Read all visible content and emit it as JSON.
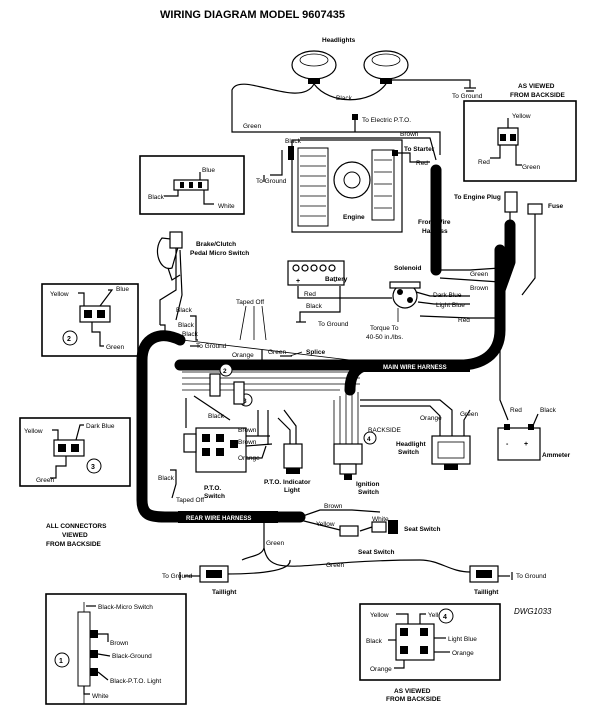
{
  "title": "WIRING DIAGRAM MODEL 9607435",
  "drawing_number": "DWG1033",
  "components": {
    "headlights": "Headlights",
    "engine": "Engine",
    "front_wire_harness": "Front Wire Harness",
    "to_engine_plug": "To Engine Plug",
    "fuse": "Fuse",
    "brake_clutch_switch": "Brake/Clutch Pedal Micro Switch",
    "battery": "Battery",
    "solenoid": "Solenoid",
    "torque": "Torque To 40-50 in./lbs.",
    "main_wire_harness": "MAIN WIRE HARNESS",
    "rear_wire_harness": "REAR WIRE HARNESS",
    "splice": "Splice",
    "taped_off_top": "Taped Off",
    "taped_off_bottom": "Taped Off",
    "pto_switch": "P.T.O. Switch",
    "pto_light": "P.T.O. Indicator Light",
    "ignition_switch": "Ignition Switch",
    "backside": "BACKSIDE",
    "headlight_switch": "Headlight Switch",
    "ammeter": "Ammeter",
    "seat_switch": "Seat Switch",
    "taillight_left": "Taillight",
    "taillight_right": "Taillight",
    "all_connectors": "ALL CONNECTORS VIEWED FROM BACKSIDE",
    "as_viewed_top": "AS VIEWED FROM BACKSIDE",
    "as_viewed_bottom": "AS VIEWED FROM BACKSIDE"
  },
  "wire_labels": {
    "black_headlight": "Black",
    "to_ground_headlight": "To Ground",
    "green_top": "Green",
    "to_electric_pto": "To Electric P.T.O.",
    "brown_top": "Brown",
    "black_engine": "Black",
    "to_starter": "To Starter",
    "red_starter": "Red",
    "to_ground_engine": "To Ground",
    "green_right": "Green",
    "brown_right": "Brown",
    "dark_blue": "Dark Blue",
    "light_blue": "Light Blue",
    "red_right": "Red",
    "red_battery": "Red",
    "black_battery": "Black",
    "to_ground_battery": "To Ground",
    "black_switch1": "Black",
    "black_switch2": "Black",
    "black_switch3": "Black",
    "to_ground_switch": "To Ground",
    "orange_splice": "Orange",
    "green_splice": "Green",
    "black_pto": "Black",
    "brown_pto1": "Brown",
    "brown_pto2": "Brown",
    "orange_pto": "Orange",
    "black_taped": "Black",
    "orange_hl": "Orange",
    "green_hl": "Green",
    "red_amm": "Red",
    "black_amm": "Black",
    "brown_seat": "Brown",
    "yellow_seat": "Yellow",
    "white_seat": "White",
    "green_rear": "Green",
    "green_bottom": "Green",
    "to_ground_tl": "To Ground",
    "to_ground_tr": "To Ground"
  },
  "connectors": {
    "c1": {
      "number": "1",
      "labels": [
        "Black-Micro Switch",
        "Brown",
        "Black-Ground",
        "Black-P.T.O. Light",
        "White"
      ]
    },
    "c2": {
      "number": "2",
      "labels": [
        "Yellow",
        "Blue",
        "Green"
      ]
    },
    "c3": {
      "number": "3",
      "labels": [
        "Yellow",
        "Dark Blue",
        "Green"
      ]
    },
    "c4": {
      "number": "4",
      "labels": [
        "Yellow",
        "Yellow",
        "Black",
        "Light Blue",
        "Orange",
        "Orange"
      ]
    },
    "micro": {
      "labels": [
        "Blue",
        "Black",
        "White"
      ]
    },
    "backside_top": {
      "labels": [
        "Yellow",
        "Red",
        "Green"
      ]
    }
  },
  "battery_symbols": {
    "plus": "+",
    "minus": "-"
  },
  "ammeter_symbols": {
    "minus": "-",
    "plus": "+"
  },
  "harness_color": "#000000"
}
